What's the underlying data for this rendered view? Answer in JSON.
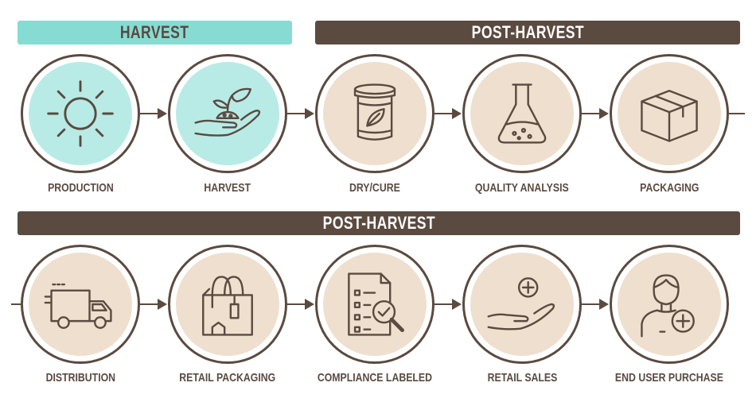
{
  "banners": {
    "top_left": "HARVEST",
    "top_right": "POST-HARVEST",
    "bottom": "POST-HARVEST"
  },
  "row1": [
    {
      "label": "PRODUCTION",
      "icon": "sun-icon",
      "theme": "teal"
    },
    {
      "label": "HARVEST",
      "icon": "hand-sprout-icon",
      "theme": "teal"
    },
    {
      "label": "DRY/CURE",
      "icon": "jar-leaf-icon",
      "theme": "beige"
    },
    {
      "label": "QUALITY ANALYSIS",
      "icon": "flask-icon",
      "theme": "beige"
    },
    {
      "label": "PACKAGING",
      "icon": "box-icon",
      "theme": "beige"
    }
  ],
  "row2": [
    {
      "label": "DISTRIBUTION",
      "icon": "truck-icon",
      "theme": "beige"
    },
    {
      "label": "RETAIL PACKAGING",
      "icon": "shopping-bag-icon",
      "theme": "beige"
    },
    {
      "label": "COMPLIANCE LABELED",
      "icon": "checklist-magnifier-icon",
      "theme": "beige"
    },
    {
      "label": "RETAIL SALES",
      "icon": "hand-plus-icon",
      "theme": "beige"
    },
    {
      "label": "END USER PURCHASE",
      "icon": "user-plus-icon",
      "theme": "beige"
    }
  ],
  "colors": {
    "brown": "#5a4a40",
    "teal_banner": "#86dcd2",
    "teal_fill": "#b8ebe6",
    "beige_fill": "#efdfce"
  }
}
